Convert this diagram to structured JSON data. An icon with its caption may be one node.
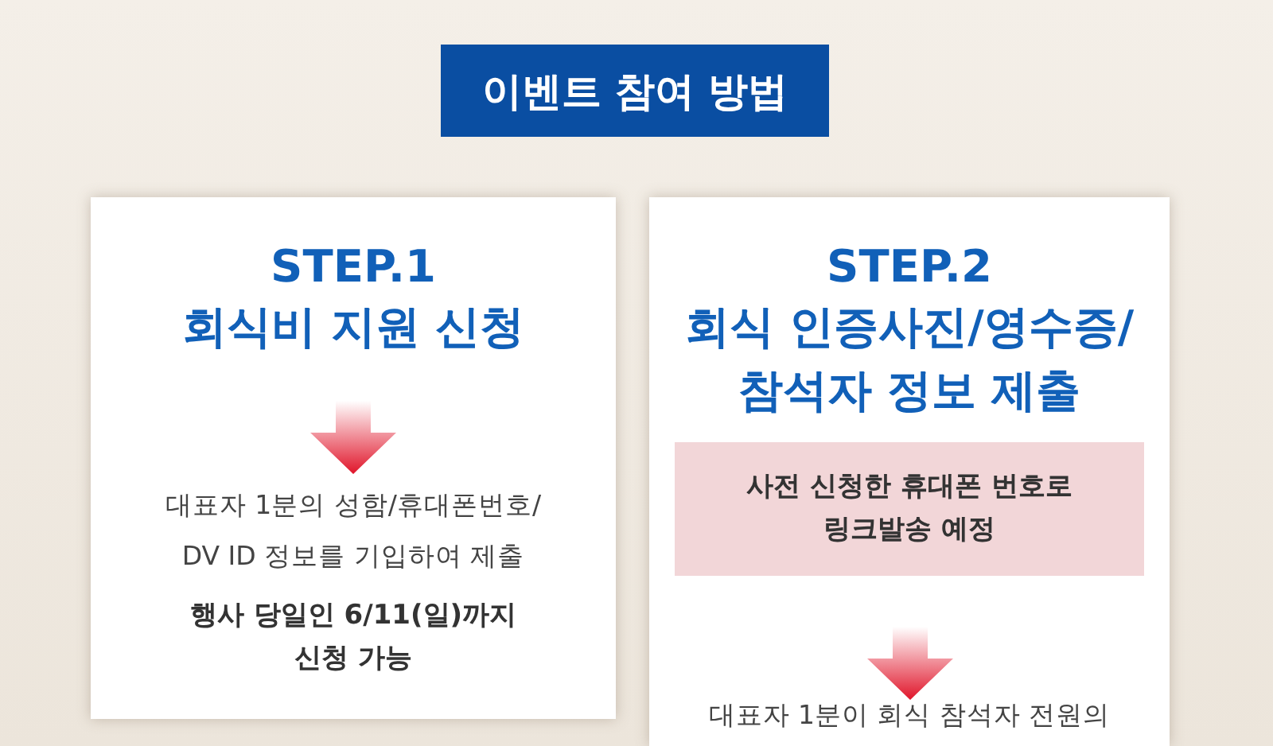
{
  "diagram": {
    "title": "이벤트 참여 방법",
    "nodes": [
      {
        "text": [
          "STEP.1",
          "회식비 지원 신청",
          "대표자 1분의 성함/휴대폰번호/ DV ID 정보를 기입하여 제출",
          "행사 당일인 6/11(일)까지 신청 가능"
        ]
      },
      {
        "text": [
          "STEP.2",
          "회식 인증사진/영수증/ 참석자 정보 제출",
          "대표자 1분이 회식 참석자 전원의"
        ]
      },
      {
        "text": [
          "사전 신청한 휴대폰 번호로 링크발송 예정"
        ],
        "in": 1
      }
    ]
  }
}
